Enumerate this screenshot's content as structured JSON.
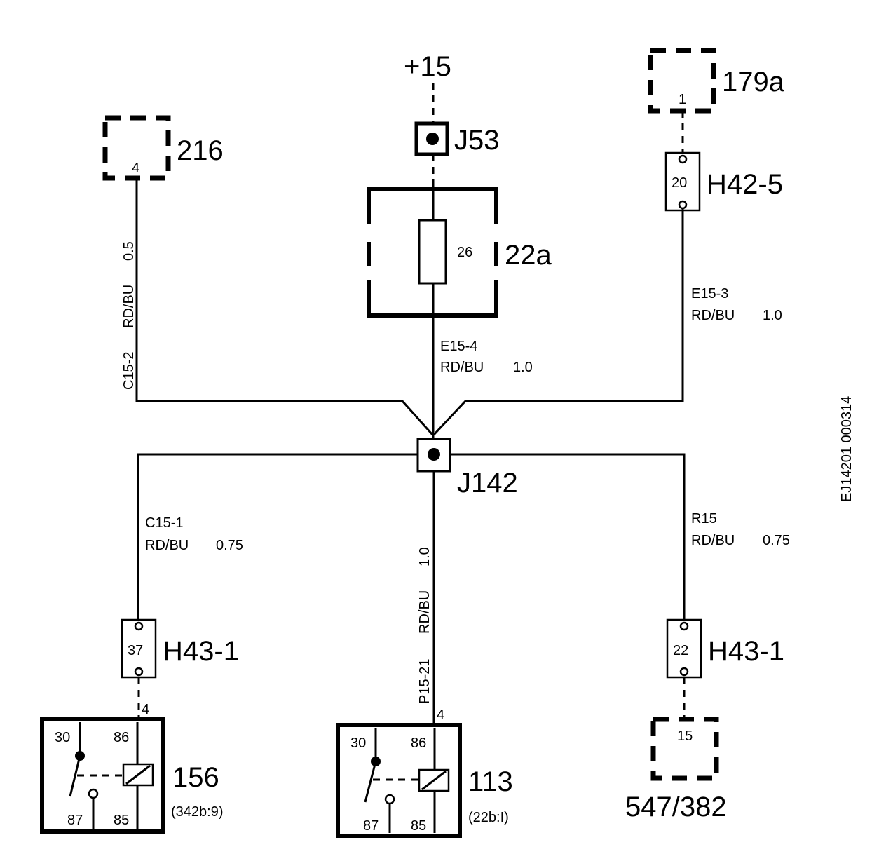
{
  "supply": {
    "label": "+15"
  },
  "junctions": {
    "j53": "J53",
    "j142": "J142"
  },
  "fuse_box": {
    "label": "22a",
    "fuse_number": "26"
  },
  "comp_216": {
    "label": "216",
    "pin": "4"
  },
  "comp_179a": {
    "label": "179a",
    "pin": "1"
  },
  "conn_h42_5": {
    "label": "H42-5",
    "pin": "20"
  },
  "conn_h43_left": {
    "label": "H43-1",
    "pin": "37"
  },
  "conn_h43_right": {
    "label": "H43-1",
    "pin": "22"
  },
  "relay_156": {
    "label": "156",
    "ref": "(342b:9)",
    "pin_in": "4",
    "t30": "30",
    "t86": "86",
    "t87": "87",
    "t85": "85"
  },
  "relay_113": {
    "label": "113",
    "ref": "(22b:I)",
    "pin_in": "4",
    "t30": "30",
    "t86": "86",
    "t87": "87",
    "t85": "85"
  },
  "comp_547": {
    "label": "547/382",
    "pin": "15"
  },
  "wires": {
    "c15_2": {
      "id": "C15-2",
      "color": "RD/BU",
      "size": "0.5"
    },
    "e15_4": {
      "id": "E15-4",
      "color": "RD/BU",
      "size": "1.0"
    },
    "e15_3": {
      "id": "E15-3",
      "color": "RD/BU",
      "size": "1.0"
    },
    "c15_1": {
      "id": "C15-1",
      "color": "RD/BU",
      "size": "0.75"
    },
    "p15_21": {
      "id": "P15-21",
      "color": "RD/BU",
      "size": "1.0"
    },
    "r15": {
      "id": "R15",
      "color": "RD/BU",
      "size": "0.75"
    }
  },
  "doc_code": "EJ14201 000314"
}
